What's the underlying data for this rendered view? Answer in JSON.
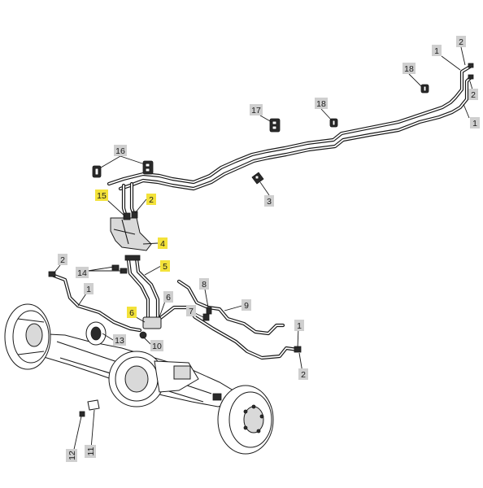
{
  "callouts": [
    {
      "id": "c1-top-a",
      "label": "1",
      "highlight": false
    },
    {
      "id": "c1-top-b",
      "label": "1",
      "highlight": false
    },
    {
      "id": "c2-top-a",
      "label": "2",
      "highlight": false
    },
    {
      "id": "c2-top-b",
      "label": "2",
      "highlight": false
    },
    {
      "id": "c18-a",
      "label": "18",
      "highlight": false
    },
    {
      "id": "c18-b",
      "label": "18",
      "highlight": false
    },
    {
      "id": "c17",
      "label": "17",
      "highlight": false
    },
    {
      "id": "c16",
      "label": "16",
      "highlight": false
    },
    {
      "id": "c3",
      "label": "3",
      "highlight": false
    },
    {
      "id": "c15",
      "label": "15",
      "highlight": true
    },
    {
      "id": "c2-mid",
      "label": "2",
      "highlight": true
    },
    {
      "id": "c4",
      "label": "4",
      "highlight": true
    },
    {
      "id": "c5",
      "label": "5",
      "highlight": true
    },
    {
      "id": "c2-left",
      "label": "2",
      "highlight": false
    },
    {
      "id": "c14",
      "label": "14",
      "highlight": false
    },
    {
      "id": "c1-left",
      "label": "1",
      "highlight": false
    },
    {
      "id": "c6-yellow",
      "label": "6",
      "highlight": true
    },
    {
      "id": "c6",
      "label": "6",
      "highlight": false
    },
    {
      "id": "c8",
      "label": "8",
      "highlight": false
    },
    {
      "id": "c7",
      "label": "7",
      "highlight": false
    },
    {
      "id": "c9",
      "label": "9",
      "highlight": false
    },
    {
      "id": "c13",
      "label": "13",
      "highlight": false
    },
    {
      "id": "c10",
      "label": "10",
      "highlight": false
    },
    {
      "id": "c1-right",
      "label": "1",
      "highlight": false
    },
    {
      "id": "c2-right",
      "label": "2",
      "highlight": false
    },
    {
      "id": "c12",
      "label": "12",
      "highlight": false
    },
    {
      "id": "c11",
      "label": "11",
      "highlight": false
    }
  ],
  "colors": {
    "callout_fill": "#cfcfcf",
    "callout_highlight": "#f3e23a",
    "line": "#1a1a1a"
  }
}
